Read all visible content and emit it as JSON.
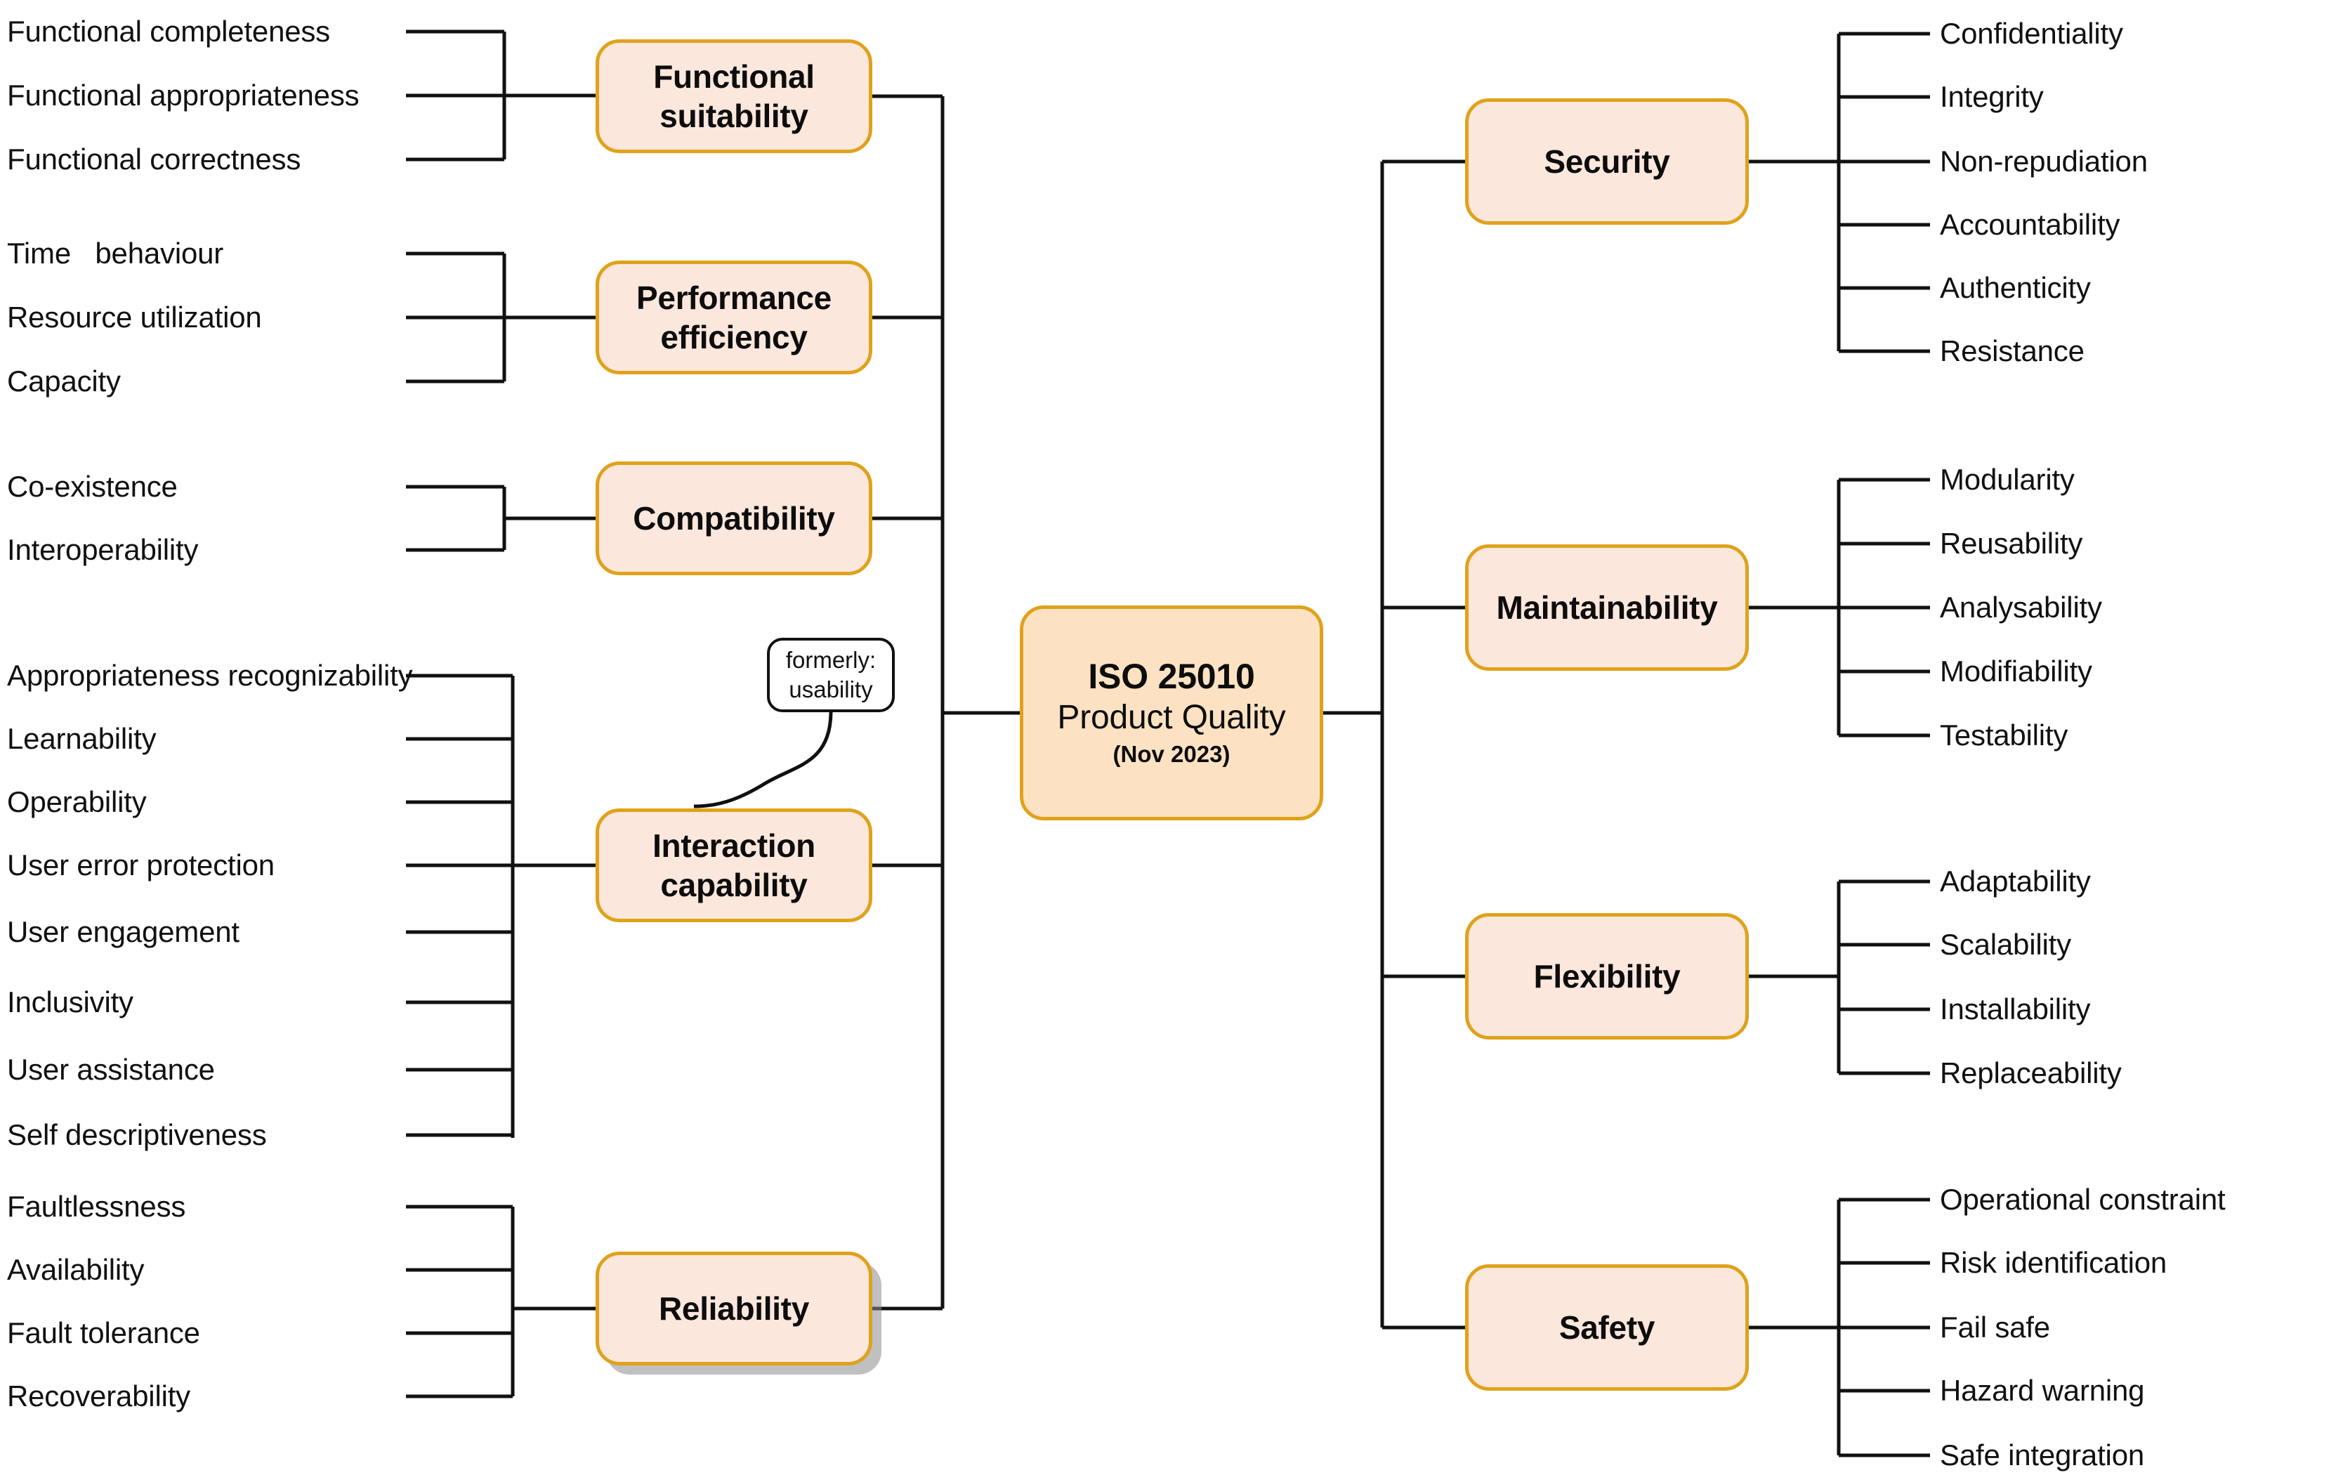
{
  "diagram": {
    "center": {
      "line1": "ISO 25010",
      "line2": "Product Quality",
      "line3": "(Nov 2023)"
    },
    "callout": {
      "line1": "formerly:",
      "line2": "usability"
    },
    "colors": {
      "box_fill": "#fce7dd",
      "center_fill": "#fce2c2",
      "box_border": "#dfa21b",
      "line": "#111111",
      "text": "#111111",
      "background": "#ffffff"
    },
    "left_characteristics": [
      {
        "label": "Functional suitability",
        "sub": [
          "Functional completeness",
          "Functional appropriateness",
          "Functional correctness"
        ]
      },
      {
        "label": "Performance efficiency",
        "sub": [
          "Time   behaviour",
          "Resource utilization",
          "Capacity"
        ]
      },
      {
        "label": "Compatibility",
        "sub": [
          "Co-existence",
          "Interoperability"
        ]
      },
      {
        "label": "Interaction capability",
        "sub": [
          "Appropriateness recognizability",
          "Learnability",
          "Operability",
          "User error protection",
          "User engagement",
          "Inclusivity",
          "User assistance",
          "Self descriptiveness"
        ]
      },
      {
        "label": "Reliability",
        "sub": [
          "Faultlessness",
          "Availability",
          "Fault tolerance",
          "Recoverability"
        ]
      }
    ],
    "right_characteristics": [
      {
        "label": "Security",
        "sub": [
          "Confidentiality",
          "Integrity",
          "Non-repudiation",
          "Accountability",
          "Authenticity",
          "Resistance"
        ]
      },
      {
        "label": "Maintainability",
        "sub": [
          "Modularity",
          "Reusability",
          "Analysability",
          "Modifiability",
          "Testability"
        ]
      },
      {
        "label": "Flexibility",
        "sub": [
          "Adaptability",
          "Scalability",
          "Installability",
          "Replaceability"
        ]
      },
      {
        "label": "Safety",
        "sub": [
          "Operational constraint",
          "Risk identification",
          "Fail safe",
          "Hazard warning",
          "Safe integration"
        ]
      }
    ]
  }
}
